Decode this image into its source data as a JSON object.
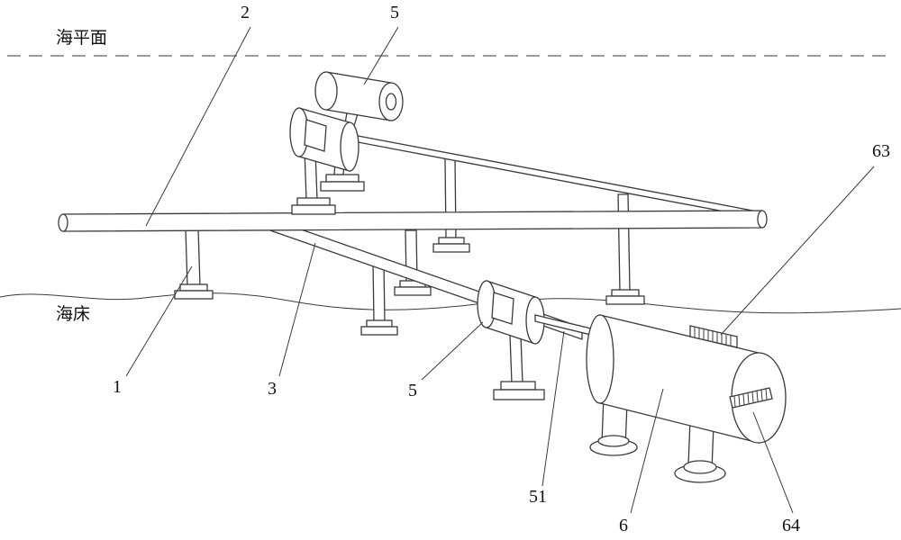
{
  "figure": {
    "annotations": {
      "sea_level": "海平面",
      "seabed": "海床"
    },
    "parts": {
      "pipe_support": "1",
      "main_pipe": "2",
      "branch_pipe": "3",
      "motor_top": "5",
      "motor_bottom": "5",
      "shaft": "51",
      "tank": "6",
      "rack_top": "63",
      "rack_end": "64"
    }
  }
}
